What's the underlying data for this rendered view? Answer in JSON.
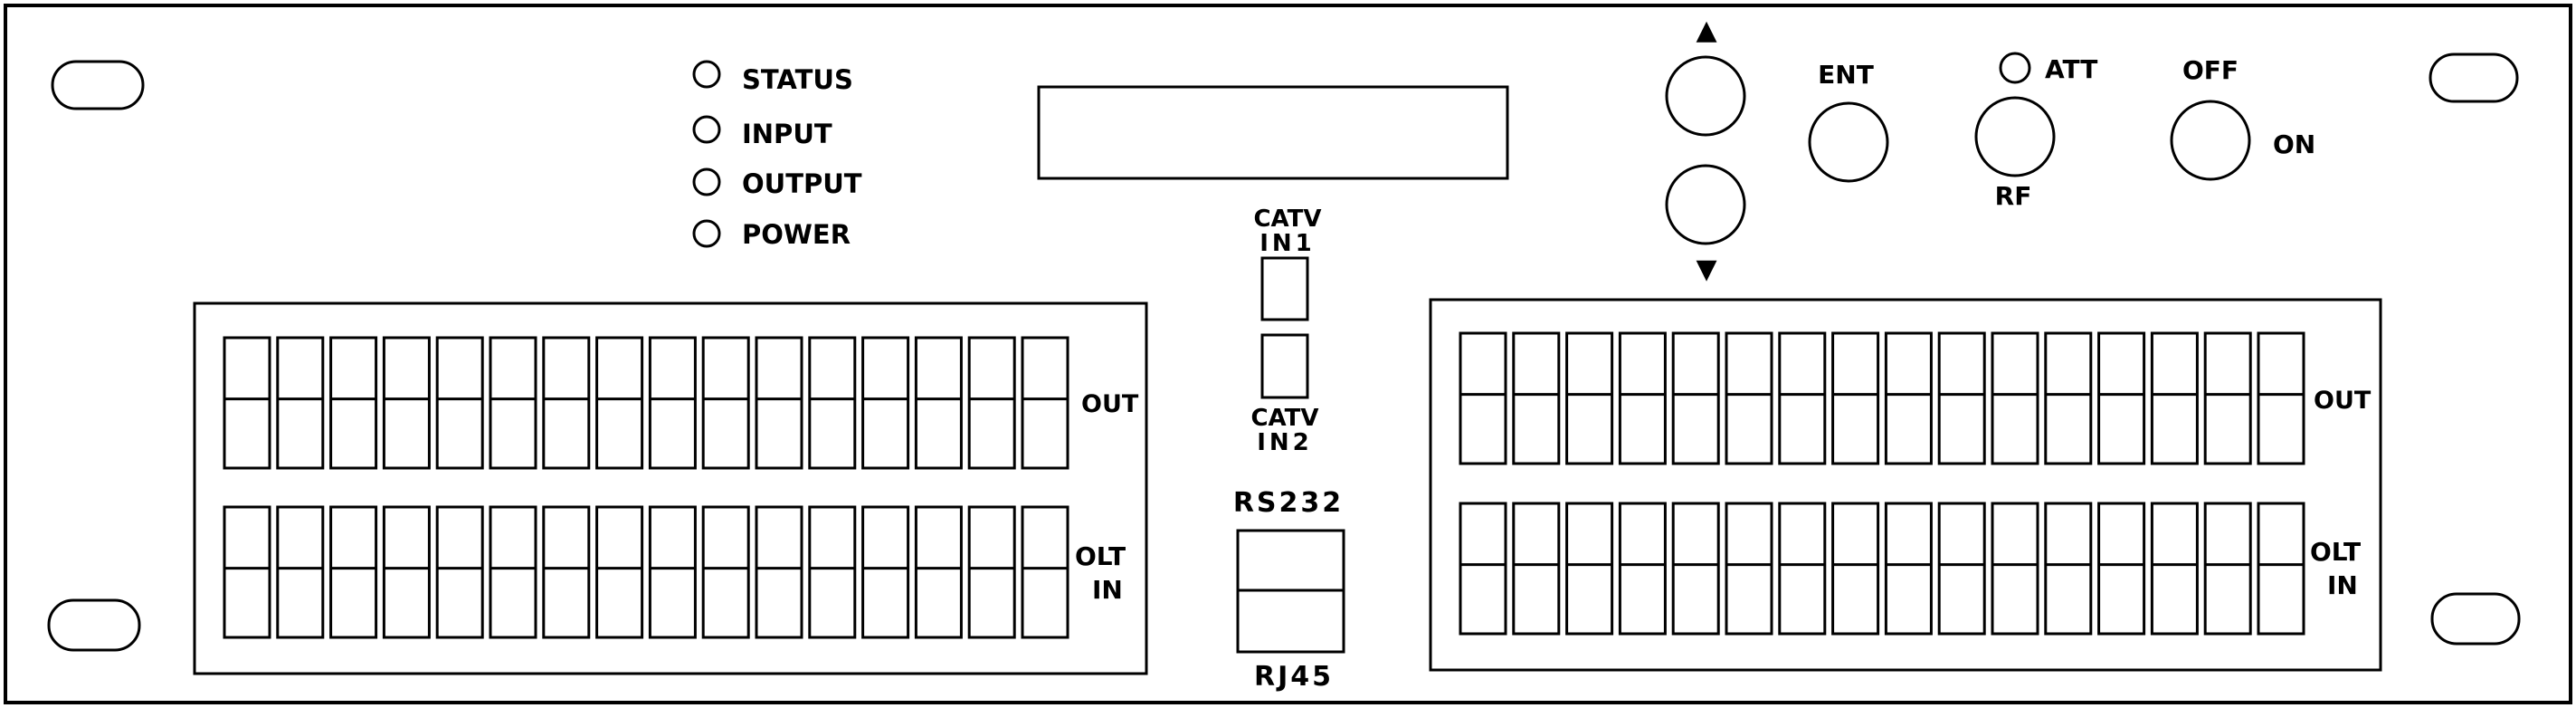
{
  "leds": [
    "STATUS",
    "INPUT",
    "OUTPUT",
    "POWER"
  ],
  "catv_in1": {
    "line1": "CATV",
    "line2": "IN1"
  },
  "catv_in2": {
    "line1": "CATV",
    "line2": "IN2"
  },
  "rs232_label": "RS232",
  "rj45_label": "RJ45",
  "nav_up_symbol": "▲",
  "nav_down_symbol": "▼",
  "ent_label": "ENT",
  "att_label": "ATT",
  "rf_label": "RF",
  "off_label": "OFF",
  "on_label": "ON",
  "port_block_left": {
    "out_label": "OUT",
    "in_label_line1": "OLT",
    "in_label_line2": "IN",
    "ports_per_row": 16
  },
  "port_block_right": {
    "out_label": "OUT",
    "in_label_line1": "OLT",
    "in_label_line2": "IN",
    "ports_per_row": 16
  },
  "colors": {
    "stroke": "#000000",
    "background": "#ffffff"
  }
}
